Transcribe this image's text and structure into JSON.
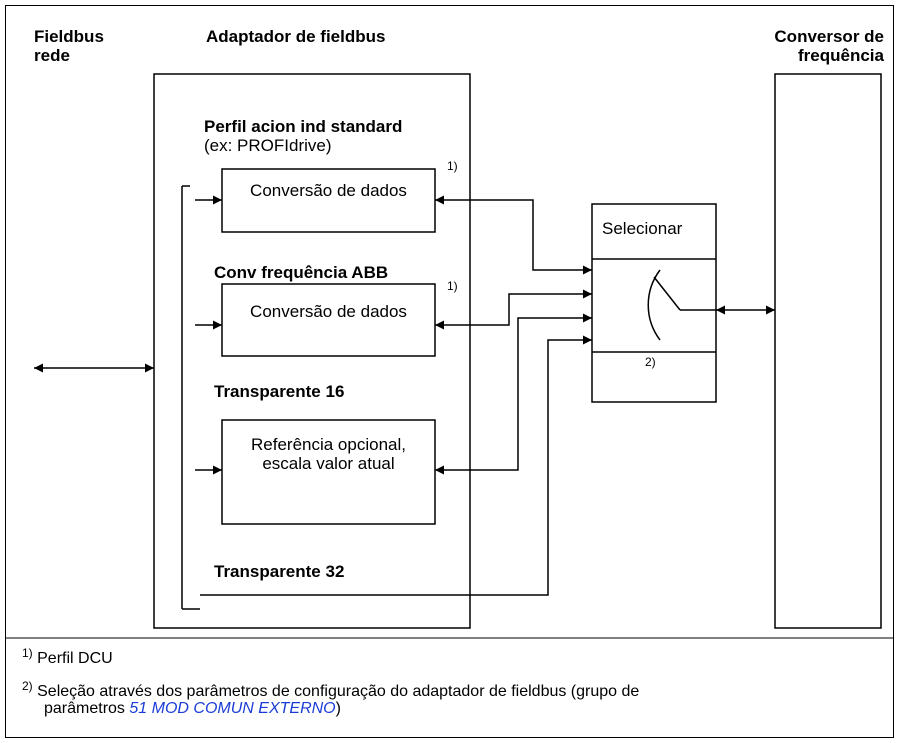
{
  "labels": {
    "fieldbus_network": "Fieldbus\nrede",
    "fieldbus_adapter": "Adaptador de fieldbus",
    "drive": "Conversor de\nfrequência",
    "profile_standard": "Perfil acion ind standard",
    "profile_standard_example": "(ex: PROFIdrive)",
    "data_conversion_1": "Conversão de dados",
    "abb_drive_profile": "Conv frequência ABB",
    "data_conversion_2": "Conversão de dados",
    "transparent16": "Transparente 16",
    "optional_reference": "Referência opcional,\nescala valor atual",
    "transparent32": "Transparente 32",
    "select": "Selecionar",
    "note_mark_1a": "1)",
    "note_mark_1b": "1)",
    "note_mark_2": "2)"
  },
  "footnotes": {
    "f1_mark": "1)",
    "f1_text": "Perfil DCU",
    "f2_mark": "2)",
    "f2_text_a": "Seleção através dos parâmetros de configuração do adaptador de fieldbus (grupo de",
    "f2_text_b": "parâmetros ",
    "f2_link": "51 MOD COMUN EXTERNO",
    "f2_text_c": ")"
  },
  "colors": {
    "line": "#000000",
    "link": "#1a3cd6"
  }
}
